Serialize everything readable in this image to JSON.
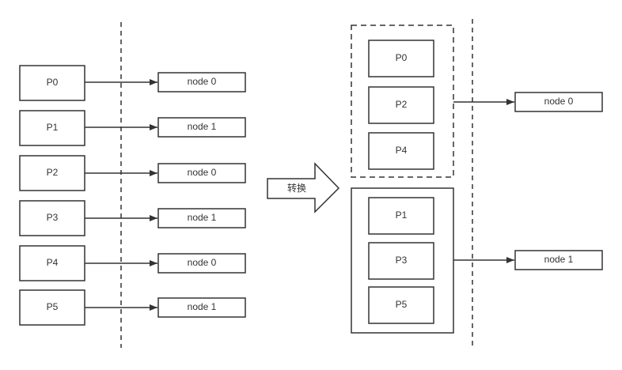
{
  "left": {
    "rows": [
      {
        "partition": "P0",
        "node": "node 0"
      },
      {
        "partition": "P1",
        "node": "node 1"
      },
      {
        "partition": "P2",
        "node": "node 0"
      },
      {
        "partition": "P3",
        "node": "node 1"
      },
      {
        "partition": "P4",
        "node": "node 0"
      },
      {
        "partition": "P5",
        "node": "node 1"
      }
    ]
  },
  "transform_label": "转换",
  "right": {
    "groups": [
      {
        "partitions": [
          "P0",
          "P2",
          "P4"
        ],
        "node": "node 0",
        "border": "dashed"
      },
      {
        "partitions": [
          "P1",
          "P3",
          "P5"
        ],
        "node": "node 1",
        "border": "solid"
      }
    ]
  },
  "colors": {
    "stroke": "#333333",
    "background": "#ffffff"
  }
}
